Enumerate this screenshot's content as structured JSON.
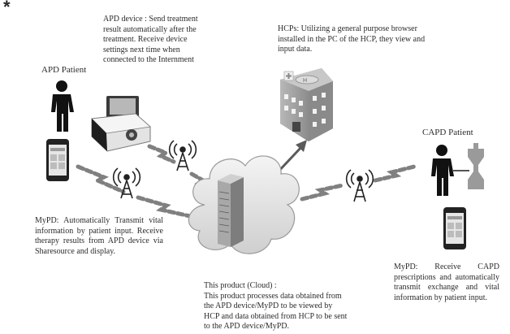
{
  "mark": "*",
  "apd_device_caption": "APD device : Send treatment result automatically after the treatment. Receive device settings next time when connected to the Internment",
  "hcp_caption": "HCPs: Utilizing a general purpose browser installed in the PC of the HCP, they view and input data.",
  "apd_patient_label": "APD Patient",
  "capd_patient_label": "CAPD Patient",
  "mypd_apd_caption": "MyPD: Automatically Transmit vital information by patient input. Receive therapy results from APD device via Sharesource and display.",
  "mypd_capd_caption": "MyPD: Receive CAPD prescriptions and automatically transmit exchange and vital information by patient input.",
  "cloud_caption_title": "This product (Cloud) :",
  "cloud_caption_body": "This product processes data obtained from the APD device/MyPD to be viewed by HCP and data obtained from HCP to be sent to the APD device/MyPD.",
  "colors": {
    "ink": "#2b2b2b",
    "cloud": "#d8d8d8",
    "building": "#9a9a9a",
    "person": "#111111",
    "lightning": "#7a7a7a"
  },
  "icons": [
    "person-icon",
    "smartphone-icon",
    "apd-machine-icon",
    "antenna-icon",
    "hospital-building-icon",
    "cloud-icon",
    "server-icon",
    "dialysis-bag-icon",
    "lightning-link-icon",
    "double-arrow-icon"
  ]
}
